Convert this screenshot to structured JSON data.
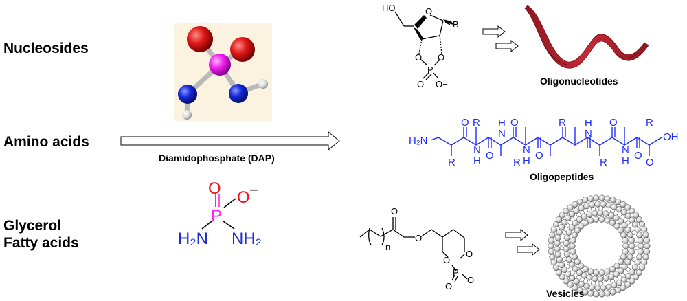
{
  "rows": {
    "nucleosides": "Nucleosides",
    "amino_acids": "Amino acids",
    "glycerol": "Glycerol",
    "fatty_acids": "Fatty acids"
  },
  "reagent": {
    "label": "Diamidophosphate (DAP)"
  },
  "dap_structure": {
    "o_top": "O",
    "o_minus": "O",
    "minus": "−",
    "p": "P",
    "nh2_left": "H₂N",
    "nh2_right": "NH₂"
  },
  "products": {
    "oligonucleotides": "Oligonucleotides",
    "oligopeptides": "Oligopeptides",
    "vesicles": "Vesicles"
  },
  "nucleoside_structure": {
    "ho": "HO",
    "ring_o": "O",
    "base": "B",
    "o_left": "O",
    "o_right": "O",
    "p": "P",
    "o_bottom": "O",
    "o_minus": "O−"
  },
  "peptide_structure": {
    "h2n": "H₂N",
    "r": "R",
    "o": "O",
    "nh": "N",
    "h": "H",
    "oh": "OH"
  },
  "lipid_structure": {
    "carbonyl_o": "O",
    "ester_o": "O",
    "n_sub": "n",
    "ring_o_left": "O",
    "ring_o_right": "O",
    "p": "P",
    "o_bottom": "O",
    "o_minus": "O−"
  },
  "colors": {
    "oxygen": "#e8151b",
    "phosphorus": "#ff22ff",
    "nitrogen": "#1f2cd6",
    "peptide_blue": "#1f2cff",
    "rna_ribbon": "#b3202d",
    "molecule_bg": "#fbf2df"
  }
}
